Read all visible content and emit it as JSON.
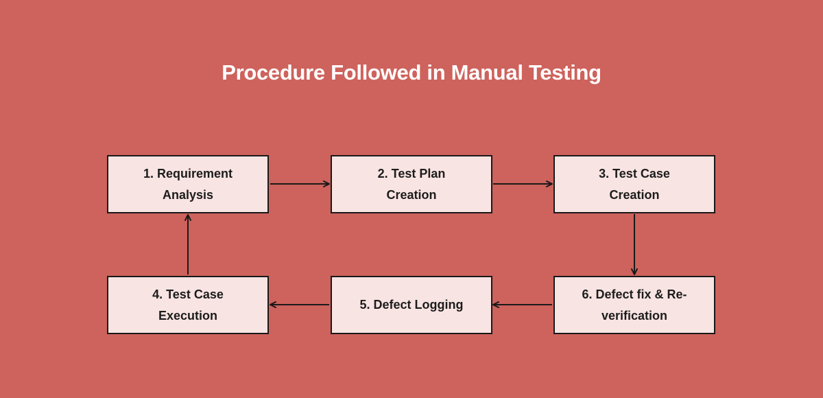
{
  "page": {
    "title": "Procedure Followed in Manual Testing"
  },
  "colors": {
    "background": "#CE625C",
    "box_fill": "#F8E4E2",
    "box_border": "#191919",
    "arrow": "#191919",
    "title_text": "#FFFFFF",
    "box_text": "#1C1C1C"
  },
  "flow": {
    "steps": [
      {
        "id": 1,
        "label": "1. Requirement Analysis",
        "lines": [
          "1. Requirement",
          "Analysis"
        ]
      },
      {
        "id": 2,
        "label": "2. Test Plan Creation",
        "lines": [
          "2. Test Plan",
          "Creation"
        ]
      },
      {
        "id": 3,
        "label": "3. Test Case Creation",
        "lines": [
          "3. Test Case",
          "Creation"
        ]
      },
      {
        "id": 4,
        "label": "4. Test Case Execution",
        "lines": [
          "4. Test Case",
          "Execution"
        ]
      },
      {
        "id": 5,
        "label": "5. Defect Logging",
        "lines": [
          "5. Defect Logging"
        ]
      },
      {
        "id": 6,
        "label": "6. Defect fix & Re-verification",
        "lines": [
          "6. Defect fix & Re-",
          "verification"
        ]
      }
    ],
    "connections": [
      {
        "from": 1,
        "to": 2,
        "direction": "right"
      },
      {
        "from": 2,
        "to": 3,
        "direction": "right"
      },
      {
        "from": 3,
        "to": 6,
        "direction": "down"
      },
      {
        "from": 6,
        "to": 5,
        "direction": "left"
      },
      {
        "from": 5,
        "to": 4,
        "direction": "left"
      },
      {
        "from": 4,
        "to": 1,
        "direction": "up"
      }
    ]
  }
}
